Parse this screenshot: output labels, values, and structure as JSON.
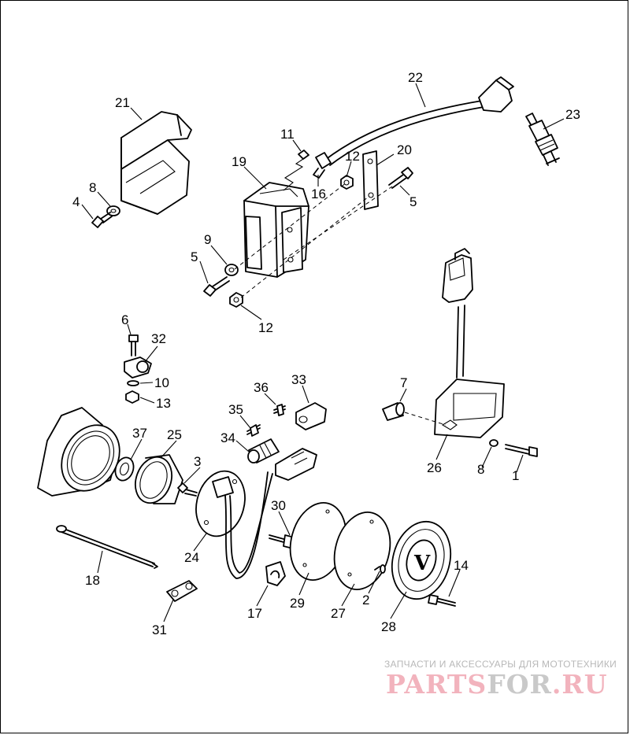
{
  "callouts": [
    {
      "id": "c22",
      "text": "22"
    },
    {
      "id": "c23",
      "text": "23"
    },
    {
      "id": "c21",
      "text": "21"
    },
    {
      "id": "c11",
      "text": "11"
    },
    {
      "id": "c19",
      "text": "19"
    },
    {
      "id": "c12a",
      "text": "12"
    },
    {
      "id": "c20",
      "text": "20"
    },
    {
      "id": "c16",
      "text": "16"
    },
    {
      "id": "c8a",
      "text": "8"
    },
    {
      "id": "c4",
      "text": "4"
    },
    {
      "id": "c5a",
      "text": "5"
    },
    {
      "id": "c9",
      "text": "9"
    },
    {
      "id": "c5b",
      "text": "5"
    },
    {
      "id": "c12b",
      "text": "12"
    },
    {
      "id": "c6",
      "text": "6"
    },
    {
      "id": "c32",
      "text": "32"
    },
    {
      "id": "c10",
      "text": "10"
    },
    {
      "id": "c13",
      "text": "13"
    },
    {
      "id": "c36",
      "text": "36"
    },
    {
      "id": "c33",
      "text": "33"
    },
    {
      "id": "c35",
      "text": "35"
    },
    {
      "id": "c34",
      "text": "34"
    },
    {
      "id": "c7",
      "text": "7"
    },
    {
      "id": "c37",
      "text": "37"
    },
    {
      "id": "c25",
      "text": "25"
    },
    {
      "id": "c3",
      "text": "3"
    },
    {
      "id": "c26",
      "text": "26"
    },
    {
      "id": "c8b",
      "text": "8"
    },
    {
      "id": "c1",
      "text": "1"
    },
    {
      "id": "c30",
      "text": "30"
    },
    {
      "id": "c14",
      "text": "14"
    },
    {
      "id": "c24",
      "text": "24"
    },
    {
      "id": "c18",
      "text": "18"
    },
    {
      "id": "c17",
      "text": "17"
    },
    {
      "id": "c29",
      "text": "29"
    },
    {
      "id": "c27",
      "text": "27"
    },
    {
      "id": "c2",
      "text": "2"
    },
    {
      "id": "c28",
      "text": "28"
    },
    {
      "id": "c31",
      "text": "31"
    }
  ],
  "cover_emblem": "V",
  "watermark": {
    "tagline": "ЗАПЧАСТИ И АКСЕССУАРЫ ДЛЯ МОТОТЕХНИКИ",
    "brand_part1": "PARTS",
    "brand_part2": "FOR",
    "brand_part3": ".RU",
    "color_brand": "#f2b3bd",
    "color_gray": "#c9c9c9"
  }
}
